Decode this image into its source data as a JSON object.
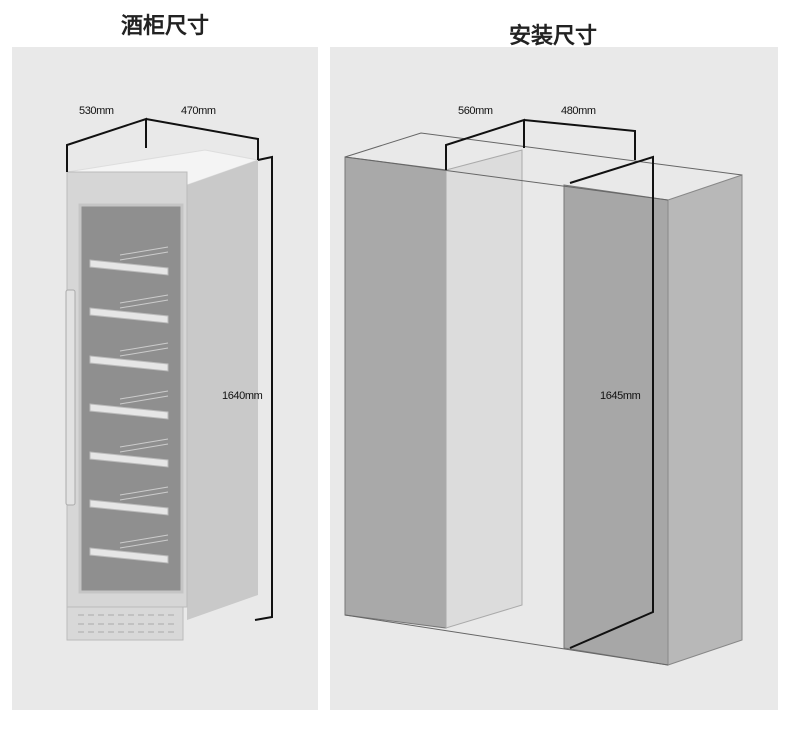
{
  "left": {
    "title": "酒柜尺寸",
    "depth": "530mm",
    "width": "470mm",
    "height": "1640mm"
  },
  "right": {
    "title": "安装尺寸",
    "depth": "560mm",
    "width": "480mm",
    "height": "1645mm"
  }
}
